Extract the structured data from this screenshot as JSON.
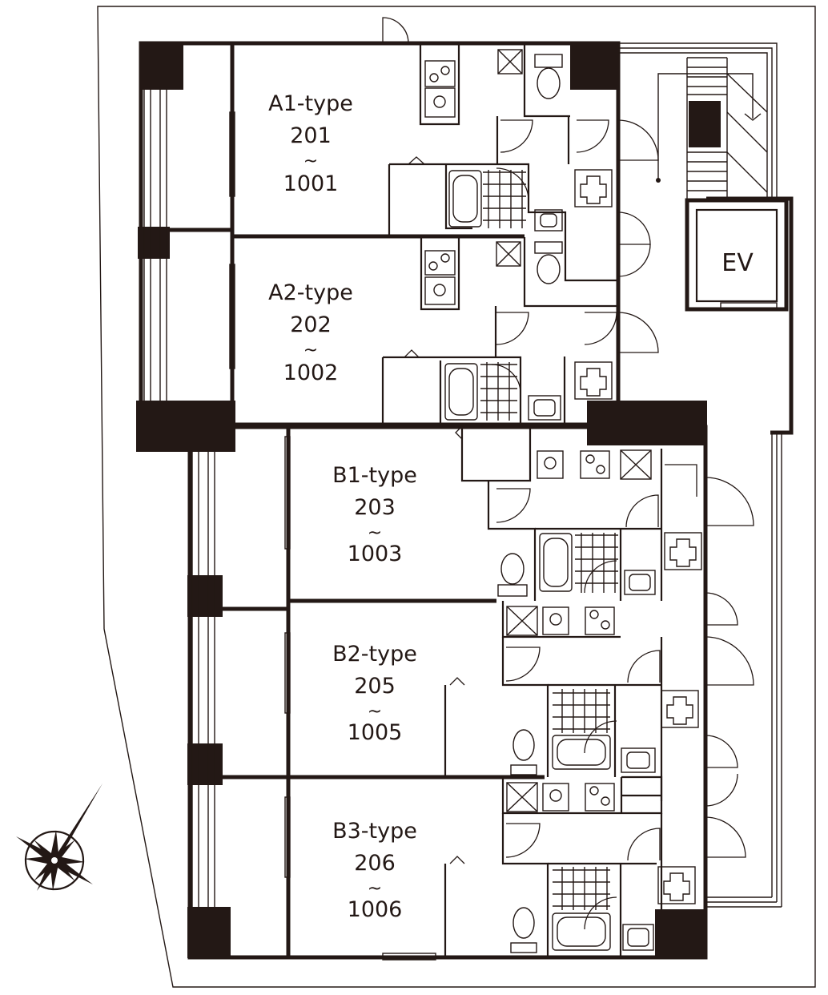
{
  "units": [
    {
      "type": "A1-type",
      "first": "201",
      "sep": "~",
      "last": "1001"
    },
    {
      "type": "A2-type",
      "first": "202",
      "sep": "~",
      "last": "1002"
    },
    {
      "type": "B1-type",
      "first": "203",
      "sep": "~",
      "last": "1003"
    },
    {
      "type": "B2-type",
      "first": "205",
      "sep": "~",
      "last": "1005"
    },
    {
      "type": "B3-type",
      "first": "206",
      "sep": "~",
      "last": "1006"
    }
  ],
  "elevator": {
    "label": "EV"
  },
  "compass": {
    "icon": "compass-rose-icon"
  },
  "colors": {
    "ink": "#231815",
    "background": "#ffffff"
  }
}
